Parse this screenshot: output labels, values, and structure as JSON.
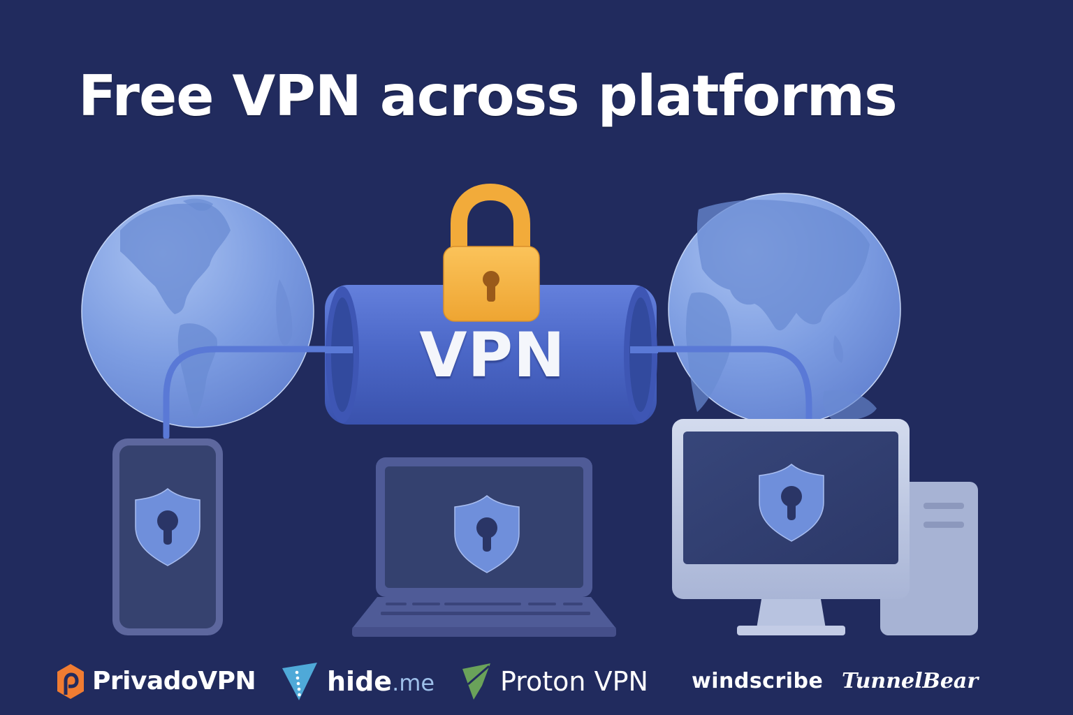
{
  "title": "Free VPN across platforms",
  "tunnel": {
    "label": "VPN",
    "lock_icon": "padlock-icon"
  },
  "globes": [
    {
      "name": "globe-americas",
      "region": "Americas"
    },
    {
      "name": "globe-asia",
      "region": "Europe / Asia / Africa"
    }
  ],
  "devices": [
    {
      "type": "phone",
      "icon": "shield-keyhole-icon"
    },
    {
      "type": "laptop",
      "icon": "shield-keyhole-icon"
    },
    {
      "type": "desktop",
      "icon": "shield-keyhole-icon"
    }
  ],
  "brands": [
    {
      "name": "PrivadoVPN",
      "text": "PrivadoVPN",
      "icon": "privado-hexagon-icon",
      "color": "#f07c32"
    },
    {
      "name": "hide.me",
      "text": "hide",
      "suffix": ".me",
      "icon": "hideme-triangle-icon",
      "color": "#4fa9d8"
    },
    {
      "name": "Proton VPN",
      "text": "Proton VPN",
      "icon": "proton-shield-icon",
      "color": "#6aa25a"
    },
    {
      "name": "windscribe",
      "text": "windscribe"
    },
    {
      "name": "TunnelBear",
      "text": "TunnelBear"
    }
  ],
  "colors": {
    "background": "#212b5e",
    "globe": "#7b9ce0",
    "tunnel": "#4a64c4",
    "lock": "#f3ad3a",
    "shield": "#6f8fdb",
    "device_dark": "#4a5593",
    "device_light": "#b9c4de"
  }
}
